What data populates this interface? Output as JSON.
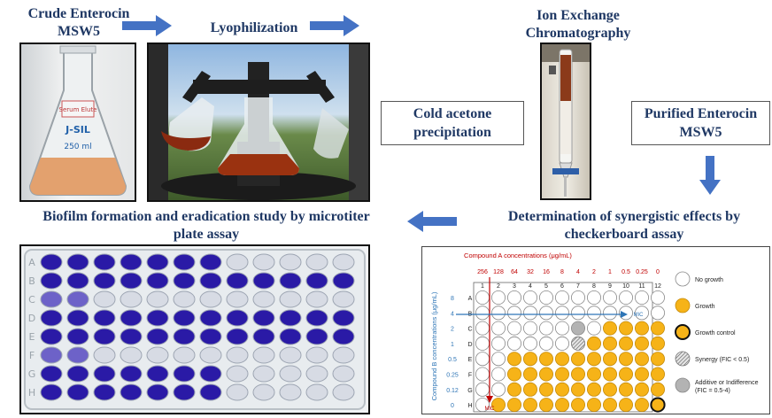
{
  "steps": {
    "crude": [
      "Crude Enterocin",
      "MSW5"
    ],
    "lyophilization": "Lyophilization",
    "ion_exchange": [
      "Ion Exchange",
      "Chromatography"
    ],
    "cold_acetone": [
      "Cold acetone",
      "precipitation"
    ],
    "purified": [
      "Purified Enterocin",
      "MSW5"
    ],
    "synergy": [
      "Determination of synergistic effects by",
      "checkerboard assay"
    ],
    "biofilm": [
      "Biofilm formation and eradication study by microtiter",
      "plate assay"
    ]
  },
  "flask_label": {
    "brand": "J-SIL",
    "volume": "250 ml",
    "sticker": "Serum Elute"
  },
  "checkerboard": {
    "x_title": "Compound A concentrations (μg/mL)",
    "y_title": "Compound B concentrations (μg/mL)",
    "x_conc": [
      "256",
      "128",
      "64",
      "32",
      "16",
      "8",
      "4",
      "2",
      "1",
      "0.5",
      "0.25",
      "0"
    ],
    "columns": [
      "1",
      "2",
      "3",
      "4",
      "5",
      "6",
      "7",
      "8",
      "9",
      "10",
      "11",
      "12"
    ],
    "rows": [
      "A",
      "B",
      "C",
      "D",
      "E",
      "F",
      "G",
      "H"
    ],
    "y_conc": [
      "8",
      "4",
      "2",
      "1",
      "0.5",
      "0.25",
      "0.12",
      "0"
    ],
    "mic_row": "MIC",
    "mic_col": "MIC",
    "wells": [
      "nnnnnnnnnnnn",
      "nnnnnnnnnnnn",
      "nnnnnnadggg g",
      "nnnnnnsgggg g",
      "nnggggggggg g",
      "nnggggggggg g",
      "nnggggggggg g",
      "nggggggggggc"
    ],
    "legend": [
      {
        "type": "no-growth",
        "label": "No growth"
      },
      {
        "type": "growth",
        "label": "Growth"
      },
      {
        "type": "control",
        "label": "Growth control"
      },
      {
        "type": "synergy",
        "label": "Synergy (FIC < 0.5)"
      },
      {
        "type": "additive",
        "label": "Additive or Indifference (FIC = 0.5-4)"
      }
    ]
  },
  "plate_letters": [
    "A",
    "B",
    "C",
    "D",
    "E",
    "F",
    "G",
    "H"
  ],
  "colors": {
    "arrow": "#4472c4",
    "title": "#1f3864",
    "growth": "#f6b318",
    "axis_red": "#c00000",
    "axis_blue": "#2e75b6",
    "stain": "#2a1aa6"
  }
}
